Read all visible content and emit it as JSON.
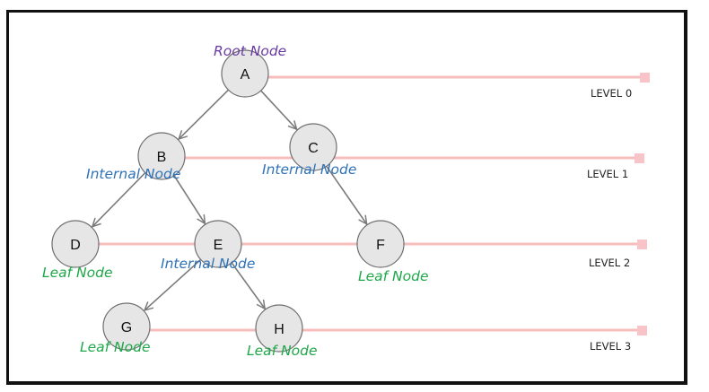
{
  "colors": {
    "root_label": "#6a3aa4",
    "internal_label": "#2f72b8",
    "leaf_label": "#1fa84a",
    "level_line": "#f7bcbc",
    "node_fill": "#e6e6e6",
    "edge": "#7a7a7a"
  },
  "nodes": [
    {
      "id": "A",
      "label": "A",
      "type": "root",
      "annotation": "Root Node",
      "level": 0
    },
    {
      "id": "B",
      "label": "B",
      "type": "internal",
      "annotation": "Internal Node",
      "level": 1
    },
    {
      "id": "C",
      "label": "C",
      "type": "internal",
      "annotation": "Internal Node",
      "level": 1
    },
    {
      "id": "D",
      "label": "D",
      "type": "leaf",
      "annotation": "Leaf Node",
      "level": 2
    },
    {
      "id": "E",
      "label": "E",
      "type": "internal",
      "annotation": "Internal Node",
      "level": 2
    },
    {
      "id": "F",
      "label": "F",
      "type": "leaf",
      "annotation": "Leaf Node",
      "level": 2
    },
    {
      "id": "G",
      "label": "G",
      "type": "leaf",
      "annotation": "Leaf Node",
      "level": 3
    },
    {
      "id": "H",
      "label": "H",
      "type": "leaf",
      "annotation": "Leaf Node",
      "level": 3
    }
  ],
  "edges": [
    {
      "from": "A",
      "to": "B"
    },
    {
      "from": "A",
      "to": "C"
    },
    {
      "from": "B",
      "to": "D"
    },
    {
      "from": "B",
      "to": "E"
    },
    {
      "from": "C",
      "to": "F"
    },
    {
      "from": "E",
      "to": "G"
    },
    {
      "from": "E",
      "to": "H"
    }
  ],
  "levels": [
    {
      "label": "LEVEL 0",
      "start_node": "A"
    },
    {
      "label": "LEVEL 1",
      "start_node": "B"
    },
    {
      "label": "LEVEL 2",
      "start_node": "D"
    },
    {
      "label": "LEVEL 3",
      "start_node": "G"
    }
  ]
}
